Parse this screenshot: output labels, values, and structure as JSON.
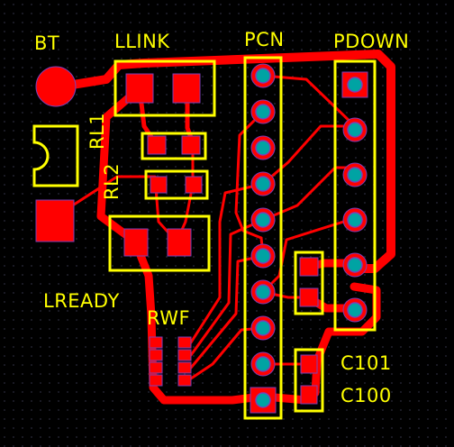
{
  "colors": {
    "background": "#000000",
    "copper": "#ff0000",
    "silkscreen": "#ffff00",
    "pad_hole": "#00a3a3",
    "pad_rim": "#7c3fb6",
    "grid_dot": "#2b2b3b"
  },
  "labels": {
    "bt": "BT",
    "llink": "LLINK",
    "pcn": "PCN",
    "pdown": "PDOWN",
    "rl1": "RL1",
    "rl2": "RL2",
    "lready": "LREADY",
    "rwf": "RWF",
    "c101": "C101",
    "c100": "C100"
  },
  "headers": {
    "pcn": {
      "pin_count": 10,
      "square_pin": "bottom"
    },
    "pdown": {
      "pin_count": 6,
      "square_pin": "top"
    }
  }
}
